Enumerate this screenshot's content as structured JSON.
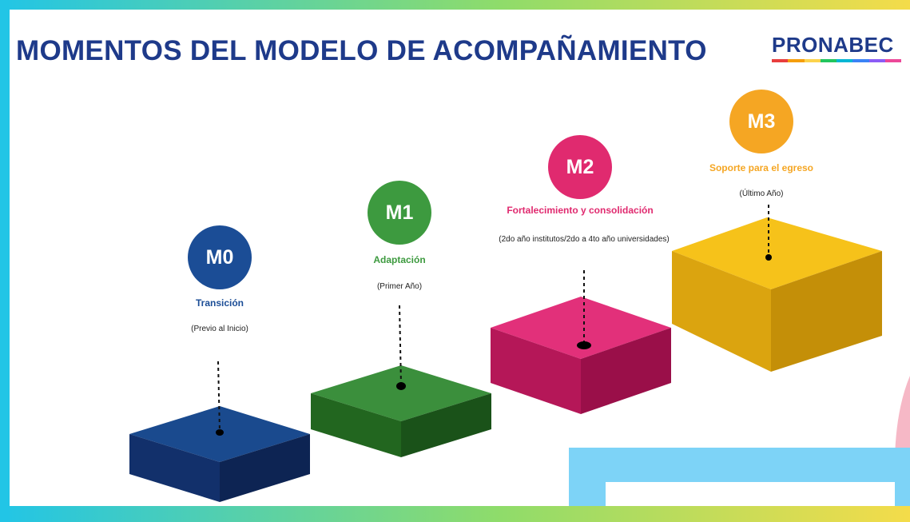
{
  "title": "MOMENTOS DEL MODELO DE ACOMPAÑAMIENTO",
  "logo": {
    "text": "PRONABEC",
    "color": "#1e3a8a",
    "stripe_colors": [
      "#e83e3e",
      "#f59e0b",
      "#fcd34d",
      "#22c55e",
      "#06b6d4",
      "#3b82f6",
      "#8b5cf6",
      "#ec4899"
    ]
  },
  "frame_colors": {
    "cyan": "#22c5e6",
    "green": "#8fdc6a",
    "yellow": "#f4dc4a",
    "pink": "#f4a6b8"
  },
  "moments": [
    {
      "code": "M0",
      "name": "Transición",
      "period": "(Previo al Inicio)",
      "color": "#1b4d96"
    },
    {
      "code": "M1",
      "name": "Adaptación",
      "period": "(Primer Año)",
      "color": "#3d9a3f"
    },
    {
      "code": "M2",
      "name": "Fortalecimiento y consolidación",
      "period": "(2do año institutos/2do a 4to año universidades)",
      "color": "#e02a6f"
    },
    {
      "code": "M3",
      "name": "Soporte para el egreso",
      "period": "(Último Año)",
      "color": "#f5a623"
    }
  ]
}
